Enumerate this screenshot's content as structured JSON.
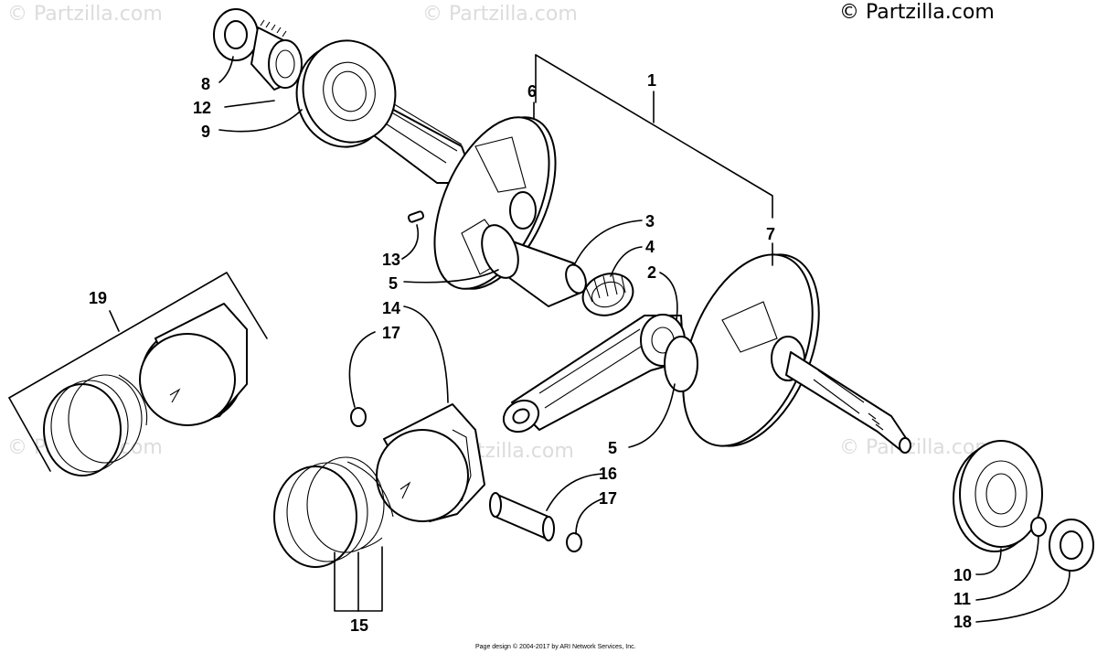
{
  "brand": "© Partzilla.com",
  "watermark": "© Partzilla.com",
  "footer": "Page design © 2004-2017 by ARI Network Services, Inc.",
  "callouts": {
    "c1": "1",
    "c2": "2",
    "c3": "3",
    "c4": "4",
    "c5a": "5",
    "c5b": "5",
    "c6": "6",
    "c7": "7",
    "c8": "8",
    "c9": "9",
    "c10": "10",
    "c11": "11",
    "c12": "12",
    "c13": "13",
    "c14": "14",
    "c15": "15",
    "c16": "16",
    "c17a": "17",
    "c17b": "17",
    "c18": "18",
    "c19": "19"
  }
}
